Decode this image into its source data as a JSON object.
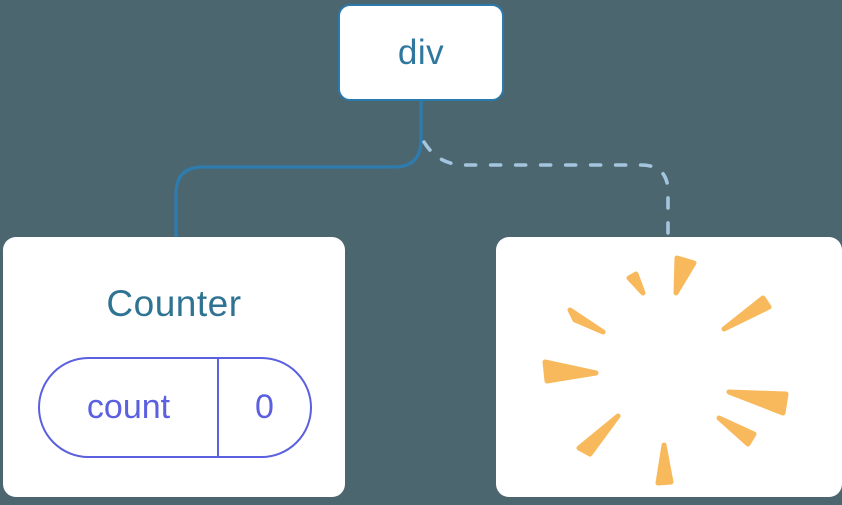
{
  "colors": {
    "canvas-bg": "#4C6670",
    "card-bg": "#FFFFFF",
    "node-border": "#2B7AAC",
    "node-text": "#30779F",
    "component-title": "#2F7392",
    "state-accent": "#5A60DF",
    "edge-solid": "#2E7CAE",
    "edge-dashed": "#A3C6DE",
    "poof-orange": "#F8B95C"
  },
  "tree": {
    "root": {
      "label": "div"
    },
    "children": {
      "counter": {
        "title": "Counter",
        "edge_style": "solid",
        "state_pill": {
          "key": "count",
          "value": "0"
        }
      },
      "removed": {
        "icon": "poof-explosion",
        "edge_style": "dashed"
      }
    }
  }
}
